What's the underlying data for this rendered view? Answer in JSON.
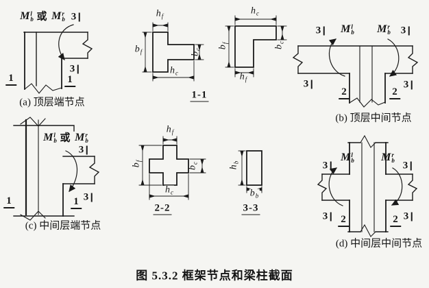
{
  "figure": {
    "caption": "图 5.3.2  框架节点和梁柱截面"
  },
  "panels": {
    "a": {
      "caption": "(a) 顶层端节点"
    },
    "b": {
      "caption": "(b) 顶层中间节点"
    },
    "c": {
      "caption": "(c) 中间层端节点"
    },
    "d": {
      "caption": "(d) 中间层中间节点"
    }
  },
  "section_labels": {
    "s11": "1-1",
    "s22": "2-2",
    "s33": "3-3"
  },
  "moment": {
    "symbol": "M",
    "sub": "b",
    "sup_left": "l",
    "sup_right": "r",
    "conjunction": "或"
  },
  "cut_marks": {
    "one": "1",
    "two": "2",
    "three": "3"
  },
  "dims": {
    "hf": {
      "base": "h",
      "sub": "f"
    },
    "bf": {
      "base": "b",
      "sub": "f"
    },
    "hc": {
      "base": "h",
      "sub": "c"
    },
    "bc": {
      "base": "b",
      "sub": "c"
    },
    "hb": {
      "base": "h",
      "sub": "b"
    },
    "bb": {
      "base": "b",
      "sub": "b"
    }
  }
}
